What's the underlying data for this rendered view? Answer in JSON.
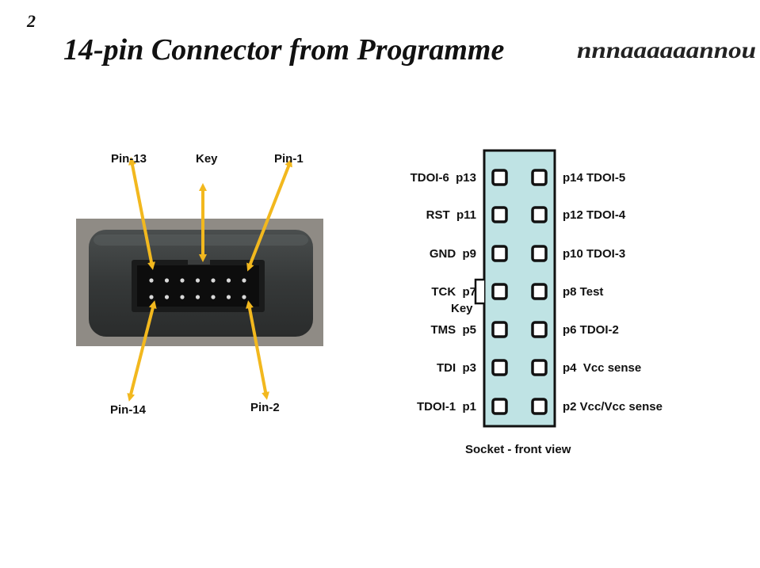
{
  "page_number": "2",
  "title": "14-pin Connector from Programme",
  "title_smeared_tail": "nnnaaaaaannou",
  "photo_labels": {
    "pin13": "Pin-13",
    "key": "Key",
    "pin1": "Pin-1",
    "pin14": "Pin-14",
    "pin2": "Pin-2"
  },
  "left_pins": [
    {
      "label": "TDOI-6  p13"
    },
    {
      "label": "RST  p11"
    },
    {
      "label": "GND  p9"
    },
    {
      "label": "TCK  p7"
    },
    {
      "label": "TMS  p5"
    },
    {
      "label": "TDI  p3"
    },
    {
      "label": "TDOI-1  p1"
    }
  ],
  "right_pins": [
    {
      "label": "p14 TDOI-5"
    },
    {
      "label": "p12 TDOI-4"
    },
    {
      "label": "p10 TDOI-3"
    },
    {
      "label": "p8 Test"
    },
    {
      "label": "p6 TDOI-2"
    },
    {
      "label": "p4  Vcc sense"
    },
    {
      "label": "p2 Vcc/Vcc sense"
    }
  ],
  "key_label": "Key",
  "socket_caption": "Socket - front view",
  "colors": {
    "arrow": "#f2b81e",
    "socket_fill": "#bfe3e4",
    "photo_bg": "#8e8a84",
    "connector_body": "#3c3f3f"
  }
}
